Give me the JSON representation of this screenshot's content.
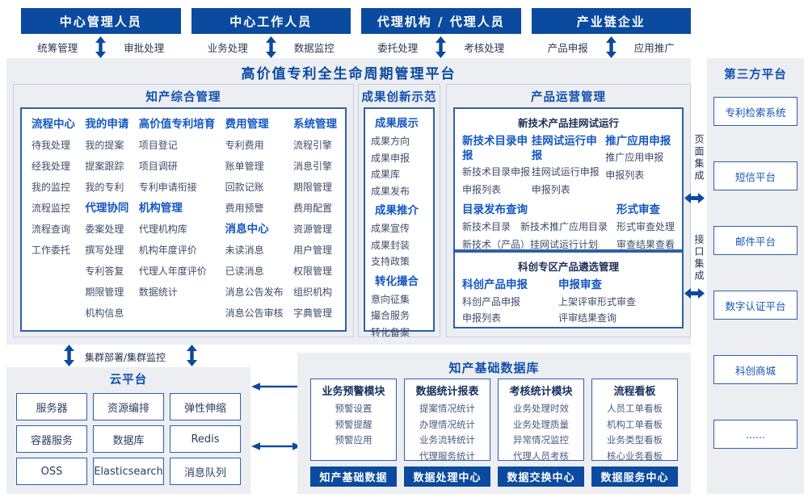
{
  "page": {
    "title": "高价值专利全生命周期管理平台"
  },
  "colors": {
    "primary": "#0a4a9f",
    "accent": "#1558c2",
    "panel_bg": "#edeef1",
    "item_text": "#3e4c68"
  },
  "roles": [
    {
      "title": "中心管理人员",
      "left": "统筹管理",
      "right": "审批处理"
    },
    {
      "title": "中心工作人员",
      "left": "业务处理",
      "right": "数据监控"
    },
    {
      "title": "代理机构 / 代理人员",
      "left": "委托处理",
      "right": "考核处理"
    },
    {
      "title": "产业链企业",
      "left": "产品申报",
      "right": "应用推广"
    }
  ],
  "ip_mgmt": {
    "title": "知产综合管理",
    "groups": {
      "process": {
        "title": "流程中心",
        "items": [
          "待我处理",
          "经我处理",
          "我的监控",
          "流程监控",
          "流程查询",
          "工作委托"
        ]
      },
      "my_apply": {
        "title": "我的申请",
        "items": [
          "我的提案",
          "提案跟踪",
          "我的专利"
        ]
      },
      "agency_collab": {
        "title": "代理协同",
        "items": [
          "委案处理",
          "撰写处理",
          "专利答复",
          "期限管理",
          "机构信息"
        ]
      },
      "cultivation": {
        "title": "高价值专利培育",
        "items": [
          "项目登记",
          "项目调研",
          "专利申请衔接"
        ]
      },
      "org_mgmt": {
        "title": "机构管理",
        "items": [
          "代理机构库",
          "机构年度评价",
          "代理人年度评价",
          "数据统计"
        ]
      },
      "fee": {
        "title": "费用管理",
        "items": [
          "专利费用",
          "账单管理",
          "回款记账",
          "费用预警"
        ]
      },
      "message": {
        "title": "消息中心",
        "items": [
          "未读消息",
          "已读消息",
          "消息公告发布",
          "消息公告审核"
        ]
      },
      "system": {
        "title": "系统管理",
        "items": [
          "流程引擎",
          "消息引擎",
          "期限管理",
          "费用配置",
          "资源管理",
          "用户管理",
          "权限管理",
          "组织机构",
          "字典管理"
        ]
      }
    }
  },
  "achievements": {
    "title": "成果创新示范",
    "groups": {
      "display": {
        "title": "成果展示",
        "items": [
          "成果方向",
          "成果申报",
          "成果库",
          "成果发布"
        ]
      },
      "promote": {
        "title": "成果推介",
        "items": [
          "成果宣传",
          "成果封装",
          "支持政策"
        ]
      },
      "match": {
        "title": "转化撮合",
        "items": [
          "意向征集",
          "撮合服务",
          "转化备案"
        ]
      }
    }
  },
  "product_ops": {
    "title": "产品运营管理",
    "trial": {
      "title": "新技术产品挂网试运行",
      "columns": [
        {
          "title": "新技术目录申报",
          "items": [
            "新技术目录申报",
            "申报列表"
          ]
        },
        {
          "title": "挂网试运行申报",
          "items": [
            "挂网试运行申报",
            "申报列表"
          ]
        },
        {
          "title": "推广应用申报",
          "items": [
            "推广应用申报",
            "申报列表"
          ]
        }
      ],
      "catalog": {
        "title": "目录发布查询",
        "row1": [
          "新技术目录",
          "新技术推广应用目录"
        ],
        "row2": "新技术（产品）挂网试运行计划"
      },
      "review": {
        "title": "形式审查",
        "items": [
          "形式审查处理",
          "审查结果查看"
        ]
      }
    },
    "selection": {
      "title": "科创专区产品遴选管理",
      "columns": [
        {
          "title": "科创产品申报",
          "items": [
            "科创产品申报",
            "申报列表"
          ]
        },
        {
          "title": "申报审查",
          "items": [
            "上架评审形式审查",
            "评审结果查询"
          ]
        }
      ]
    }
  },
  "third_party": {
    "title": "第三方平台",
    "systems": [
      "专利检索系统",
      "短信平台",
      "邮件平台",
      "数字认证平台",
      "科创商城",
      "......"
    ]
  },
  "integration": {
    "page_label": "页面集成",
    "api_label": "接口集成"
  },
  "cluster": {
    "label": "集群部署/集群监控"
  },
  "cloud": {
    "title": "云平台",
    "services": [
      "服务器",
      "资源编排",
      "弹性伸缩",
      "容器服务",
      "数据库",
      "Redis",
      "OSS",
      "Elasticsearch",
      "消息队列"
    ]
  },
  "data_platform": {
    "title": "知产基础数据库",
    "modules": [
      {
        "title": "业务预警模块",
        "items": [
          "预警设置",
          "预警提醒",
          "预警应用"
        ],
        "footer": "知产基础数据"
      },
      {
        "title": "数据统计报表",
        "items": [
          "提案情况统计",
          "办理情况统计",
          "业务流转统计",
          "代理服务统计"
        ],
        "footer": "数据处理中心"
      },
      {
        "title": "考核统计模块",
        "items": [
          "业务处理时效",
          "业务处理质量",
          "异常情况监控",
          "代理人员考核"
        ],
        "footer": "数据交换中心"
      },
      {
        "title": "流程看板",
        "items": [
          "人员工单看板",
          "机构工单看板",
          "业务类型看板",
          "核心业务看板"
        ],
        "footer": "数据服务中心"
      }
    ]
  }
}
